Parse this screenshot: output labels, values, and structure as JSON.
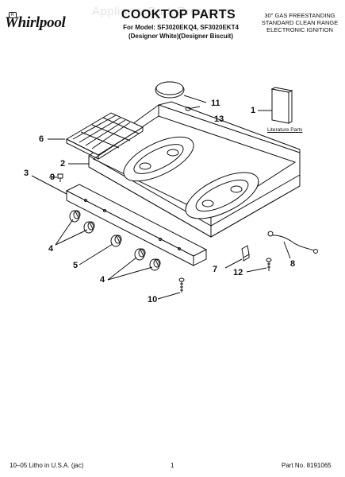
{
  "watermark": "AppliancePartsPros.com",
  "brand": {
    "name": "Whirlpool",
    "reg": "R"
  },
  "header": {
    "title": "COOKTOP PARTS",
    "model_line": "For Model: SF3020EKQ4, SF3020EKT4",
    "variant_line": "(Designer White)(Designer Biscuit)",
    "description": [
      "30\" GAS FREESTANDING",
      "STANDARD CLEAN RANGE",
      "ELECTRONIC IGNITION"
    ]
  },
  "literature_label": "Literature Parts",
  "callouts": {
    "c1": "1",
    "c2": "2",
    "c3": "3",
    "c4a": "4",
    "c4b": "4",
    "c5": "5",
    "c6": "6",
    "c7": "7",
    "c8": "8",
    "c9": "9",
    "c10": "10",
    "c11": "11",
    "c12": "12",
    "c13": "13"
  },
  "footer": {
    "left": "10–05 Litho in U.S.A. (jac)",
    "center": "1",
    "right": "Part No. 8191065"
  }
}
